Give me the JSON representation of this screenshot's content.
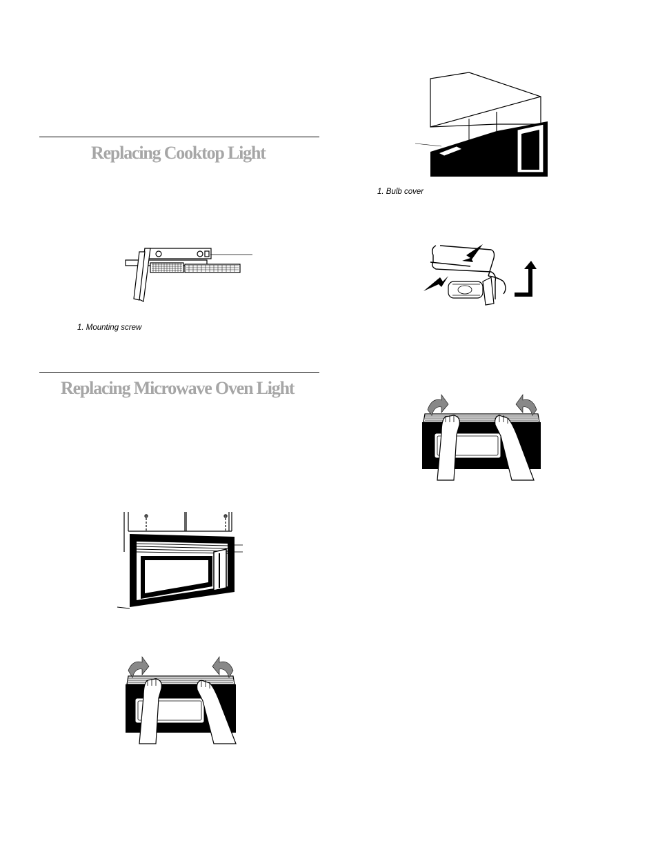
{
  "sections": [
    {
      "title": "Replacing Cooktop Light"
    },
    {
      "title": "Replacing Microwave Oven Light"
    }
  ],
  "figures": {
    "mounting_screw": {
      "caption": "1. Mounting screw"
    },
    "bulb_cover": {
      "caption": "1. Bulb cover"
    }
  },
  "colors": {
    "heading": "#a6a6a6",
    "rule": "#000000"
  }
}
